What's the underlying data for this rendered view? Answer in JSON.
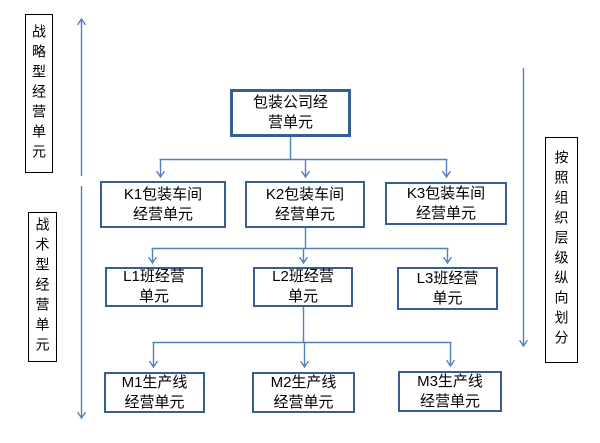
{
  "colors": {
    "background": "#ffffff",
    "connector_blue": "#4f81bd",
    "node_border_blue": "#365f91",
    "label_border_black": "#000000",
    "text_black": "#000000"
  },
  "side_labels": {
    "strategic": "战略型经营单元",
    "tactical": "战术型经营单元",
    "right_note": "按照组织层级纵向划分"
  },
  "nodes": {
    "root": {
      "line1": "包装公司经",
      "line2": "营单元"
    },
    "k1": {
      "line1": "K1包装车间",
      "line2": "经营单元"
    },
    "k2": {
      "line1": "K2包装车间",
      "line2": "经营单元"
    },
    "k3": {
      "line1": "K3包装车间",
      "line2": "经营单元"
    },
    "l1": {
      "line1": "L1班经营",
      "line2": "单元"
    },
    "l2": {
      "line1": "L2班经营",
      "line2": "单元"
    },
    "l3": {
      "line1": "L3班经营",
      "line2": "单元"
    },
    "m1": {
      "line1": "M1生产线",
      "line2": "经营单元"
    },
    "m2": {
      "line1": "M2生产线",
      "line2": "经营单元"
    },
    "m3": {
      "line1": "M3生产线",
      "line2": "经营单元"
    }
  }
}
